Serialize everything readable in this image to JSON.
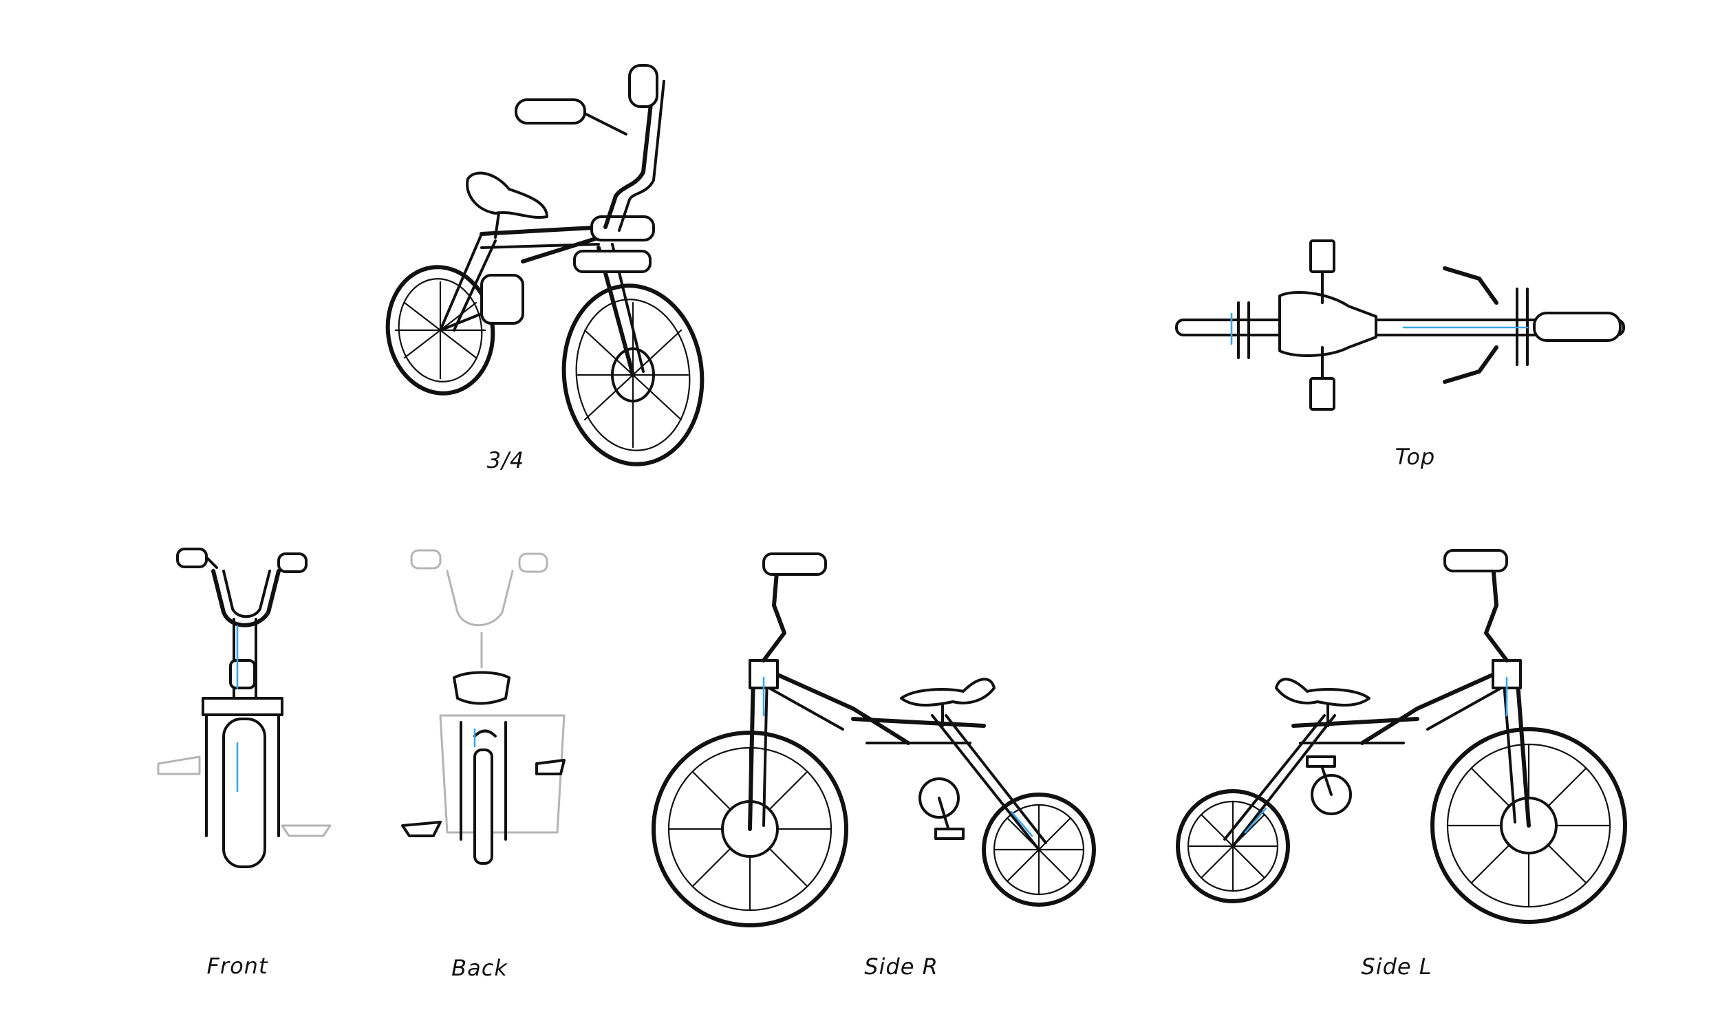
{
  "labels": {
    "three_quarter": "3/4",
    "top": "Top",
    "front": "Front",
    "back": "Back",
    "side_r": "Side R",
    "side_l": "Side L"
  },
  "colors": {
    "ink": "#111111",
    "construction_blue": "#3aa5e8",
    "ghost_gray": "#b4b4b4",
    "paper": "#ffffff"
  }
}
